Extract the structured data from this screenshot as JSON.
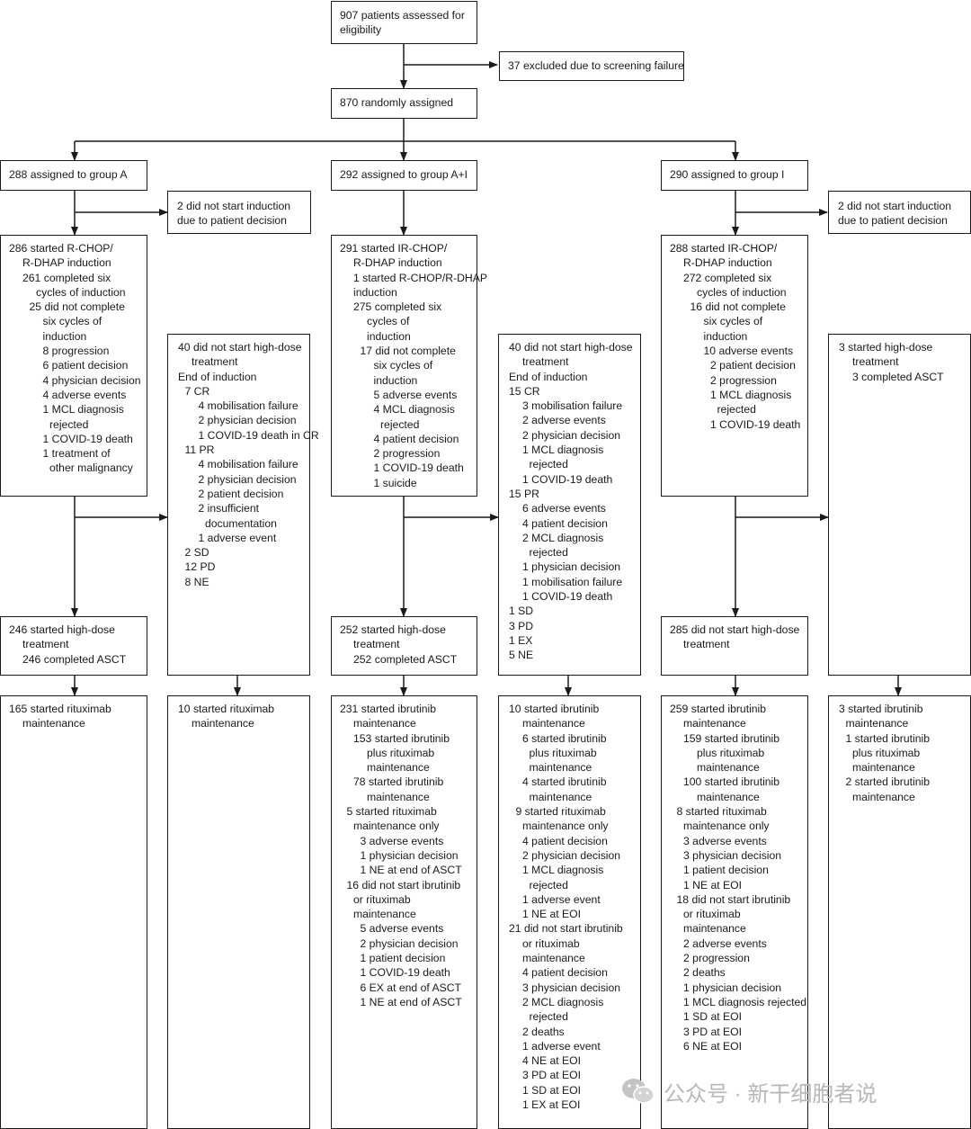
{
  "boxes": {
    "assessed": [
      "907 patients assessed for",
      "eligibility"
    ],
    "excluded": [
      "37 excluded due to screening failure"
    ],
    "randomized": [
      "870 randomly assigned"
    ],
    "group_a": [
      "288 assigned to group A"
    ],
    "group_ai": [
      "292 assigned to group A+I"
    ],
    "group_i": [
      "290 assigned to group I"
    ],
    "a_no_induction": [
      "2 did not start induction",
      "due to patient decision"
    ],
    "i_no_induction": [
      "2 did not start induction",
      "due to patient decision"
    ],
    "a_induction": [
      {
        "t": "286 started R-CHOP/",
        "i": 0
      },
      {
        "t": "R-DHAP induction",
        "i": 2
      },
      {
        "t": "261 completed six",
        "i": 2
      },
      {
        "t": "cycles of induction",
        "i": 4
      },
      {
        "t": "25 did not complete",
        "i": 3
      },
      {
        "t": "six cycles of",
        "i": 5
      },
      {
        "t": "induction",
        "i": 5
      },
      {
        "t": "8 progression",
        "i": 5
      },
      {
        "t": "6 patient decision",
        "i": 5
      },
      {
        "t": "4 physician decision",
        "i": 5
      },
      {
        "t": "4 adverse events",
        "i": 5
      },
      {
        "t": "1 MCL diagnosis",
        "i": 5
      },
      {
        "t": "rejected",
        "i": 6
      },
      {
        "t": "1 COVID-19 death",
        "i": 5
      },
      {
        "t": "1 treatment of",
        "i": 5
      },
      {
        "t": "other malignancy",
        "i": 6
      }
    ],
    "ai_induction": [
      {
        "t": "291 started IR-CHOP/",
        "i": 0
      },
      {
        "t": "R-DHAP induction",
        "i": 2
      },
      {
        "t": "1 started R-CHOP/R-DHAP",
        "i": 2
      },
      {
        "t": "induction",
        "i": 2
      },
      {
        "t": "275 completed six",
        "i": 2
      },
      {
        "t": "cycles of",
        "i": 4
      },
      {
        "t": "induction",
        "i": 4
      },
      {
        "t": "17 did not complete",
        "i": 3
      },
      {
        "t": "six cycles of",
        "i": 5
      },
      {
        "t": "induction",
        "i": 5
      },
      {
        "t": "5 adverse events",
        "i": 5
      },
      {
        "t": "4 MCL diagnosis",
        "i": 5
      },
      {
        "t": "rejected",
        "i": 6
      },
      {
        "t": "4 patient decision",
        "i": 5
      },
      {
        "t": "2 progression",
        "i": 5
      },
      {
        "t": "1 COVID-19 death",
        "i": 5
      },
      {
        "t": "1 suicide",
        "i": 5
      }
    ],
    "i_induction": [
      {
        "t": "288 started IR-CHOP/",
        "i": 0
      },
      {
        "t": "R-DHAP induction",
        "i": 2
      },
      {
        "t": "272 completed six",
        "i": 2
      },
      {
        "t": "cycles of induction",
        "i": 4
      },
      {
        "t": "16 did not complete",
        "i": 3
      },
      {
        "t": "six cycles of",
        "i": 5
      },
      {
        "t": "induction",
        "i": 5
      },
      {
        "t": "10 adverse events",
        "i": 5
      },
      {
        "t": "2 patient decision",
        "i": 6
      },
      {
        "t": "2 progression",
        "i": 6
      },
      {
        "t": "1 MCL diagnosis",
        "i": 6
      },
      {
        "t": "rejected",
        "i": 7
      },
      {
        "t": "1 COVID-19 death",
        "i": 6
      }
    ],
    "a_no_hd": [
      {
        "t": "40 did not start high-dose",
        "i": 0
      },
      {
        "t": "treatment",
        "i": 2
      },
      {
        "t": "End of induction",
        "i": 0
      },
      {
        "t": "7 CR",
        "i": 1
      },
      {
        "t": "4 mobilisation failure",
        "i": 3
      },
      {
        "t": "2 physician decision",
        "i": 3
      },
      {
        "t": "1 COVID-19 death in CR",
        "i": 3
      },
      {
        "t": "11 PR",
        "i": 1
      },
      {
        "t": "4 mobilisation failure",
        "i": 3
      },
      {
        "t": "2 physician decision",
        "i": 3
      },
      {
        "t": "2 patient decision",
        "i": 3
      },
      {
        "t": "2 insufficient",
        "i": 3
      },
      {
        "t": "documentation",
        "i": 4
      },
      {
        "t": "1 adverse event",
        "i": 3
      },
      {
        "t": "2 SD",
        "i": 1
      },
      {
        "t": "12 PD",
        "i": 1
      },
      {
        "t": "8 NE",
        "i": 1
      }
    ],
    "ai_no_hd": [
      {
        "t": "40 did not start high-dose",
        "i": 0
      },
      {
        "t": "treatment",
        "i": 2
      },
      {
        "t": "End of induction",
        "i": 0
      },
      {
        "t": "15 CR",
        "i": 0
      },
      {
        "t": "3 mobilisation failure",
        "i": 2
      },
      {
        "t": "2 adverse events",
        "i": 2
      },
      {
        "t": "2 physician decision",
        "i": 2
      },
      {
        "t": "1 MCL diagnosis",
        "i": 2
      },
      {
        "t": "rejected",
        "i": 3
      },
      {
        "t": "1 COVID-19 death",
        "i": 2
      },
      {
        "t": "15 PR",
        "i": 0
      },
      {
        "t": "6 adverse events",
        "i": 2
      },
      {
        "t": "4 patient decision",
        "i": 2
      },
      {
        "t": "2 MCL diagnosis",
        "i": 2
      },
      {
        "t": "rejected",
        "i": 3
      },
      {
        "t": "1 physician decision",
        "i": 2
      },
      {
        "t": "1 mobilisation failure",
        "i": 2
      },
      {
        "t": "1 COVID-19 death",
        "i": 2
      },
      {
        "t": "1 SD",
        "i": 0
      },
      {
        "t": "3 PD",
        "i": 0
      },
      {
        "t": "1 EX",
        "i": 0
      },
      {
        "t": "5 NE",
        "i": 0
      }
    ],
    "i_hd_started": [
      {
        "t": "3 started high-dose",
        "i": 0
      },
      {
        "t": "treatment",
        "i": 2
      },
      {
        "t": "3 completed ASCT",
        "i": 2
      }
    ],
    "a_hd": [
      {
        "t": "246 started high-dose",
        "i": 0
      },
      {
        "t": "treatment",
        "i": 2
      },
      {
        "t": "246 completed ASCT",
        "i": 2
      }
    ],
    "ai_hd": [
      {
        "t": "252 started high-dose",
        "i": 0
      },
      {
        "t": "treatment",
        "i": 2
      },
      {
        "t": "252 completed ASCT",
        "i": 2
      }
    ],
    "i_no_hd": [
      {
        "t": "285 did not start high-dose",
        "i": 0
      },
      {
        "t": "treatment",
        "i": 2
      }
    ],
    "m1": [
      {
        "t": "165 started rituximab",
        "i": 0
      },
      {
        "t": "maintenance",
        "i": 2
      }
    ],
    "m2": [
      {
        "t": "10 started rituximab",
        "i": 0
      },
      {
        "t": "maintenance",
        "i": 2
      }
    ],
    "m3": [
      {
        "t": "231 started ibrutinib",
        "i": 0
      },
      {
        "t": "maintenance",
        "i": 2
      },
      {
        "t": "153 started ibrutinib",
        "i": 2
      },
      {
        "t": "plus rituximab",
        "i": 4
      },
      {
        "t": "maintenance",
        "i": 4
      },
      {
        "t": "78 started ibrutinib",
        "i": 2
      },
      {
        "t": "maintenance",
        "i": 4
      },
      {
        "t": "5 started rituximab",
        "i": 1
      },
      {
        "t": "maintenance only",
        "i": 2
      },
      {
        "t": "3 adverse events",
        "i": 3
      },
      {
        "t": "1 physician decision",
        "i": 3
      },
      {
        "t": "1 NE at end of ASCT",
        "i": 3
      },
      {
        "t": "16 did not start ibrutinib",
        "i": 1
      },
      {
        "t": "or rituximab",
        "i": 2
      },
      {
        "t": "maintenance",
        "i": 2
      },
      {
        "t": "5 adverse events",
        "i": 3
      },
      {
        "t": "2 physician decision",
        "i": 3
      },
      {
        "t": "1 patient decision",
        "i": 3
      },
      {
        "t": "1 COVID-19 death",
        "i": 3
      },
      {
        "t": "6 EX at end of ASCT",
        "i": 3
      },
      {
        "t": "1 NE at end of ASCT",
        "i": 3
      }
    ],
    "m4": [
      {
        "t": "10 started ibrutinib",
        "i": 0
      },
      {
        "t": "maintenance",
        "i": 2
      },
      {
        "t": "6 started ibrutinib",
        "i": 2
      },
      {
        "t": "plus rituximab",
        "i": 3
      },
      {
        "t": "maintenance",
        "i": 3
      },
      {
        "t": "4 started ibrutinib",
        "i": 2
      },
      {
        "t": "maintenance",
        "i": 3
      },
      {
        "t": "9 started rituximab",
        "i": 1
      },
      {
        "t": "maintenance only",
        "i": 2
      },
      {
        "t": "4 patient decision",
        "i": 2
      },
      {
        "t": "2 physician decision",
        "i": 2
      },
      {
        "t": "1 MCL diagnosis",
        "i": 2
      },
      {
        "t": "rejected",
        "i": 3
      },
      {
        "t": "1 adverse event",
        "i": 2
      },
      {
        "t": "1 NE at EOI",
        "i": 2
      },
      {
        "t": "21 did not start ibrutinib",
        "i": 0
      },
      {
        "t": "or rituximab",
        "i": 2
      },
      {
        "t": "maintenance",
        "i": 2
      },
      {
        "t": "4 patient decision",
        "i": 2
      },
      {
        "t": "3 physician decision",
        "i": 2
      },
      {
        "t": "2 MCL diagnosis",
        "i": 2
      },
      {
        "t": "rejected",
        "i": 3
      },
      {
        "t": "2 deaths",
        "i": 2
      },
      {
        "t": "1 adverse event",
        "i": 2
      },
      {
        "t": "4 NE at EOI",
        "i": 2
      },
      {
        "t": "3 PD at EOI",
        "i": 2
      },
      {
        "t": "1 SD at EOI",
        "i": 2
      },
      {
        "t": "1 EX at EOI",
        "i": 2
      }
    ],
    "m5": [
      {
        "t": "259 started ibrutinib",
        "i": 0
      },
      {
        "t": "maintenance",
        "i": 2
      },
      {
        "t": "159 started ibrutinib",
        "i": 2
      },
      {
        "t": "plus rituximab",
        "i": 4
      },
      {
        "t": "maintenance",
        "i": 4
      },
      {
        "t": "100 started ibrutinib",
        "i": 2
      },
      {
        "t": "maintenance",
        "i": 4
      },
      {
        "t": "8 started rituximab",
        "i": 1
      },
      {
        "t": "maintenance only",
        "i": 2
      },
      {
        "t": "3 adverse events",
        "i": 2
      },
      {
        "t": "3 physician decision",
        "i": 2
      },
      {
        "t": "1 patient decision",
        "i": 2
      },
      {
        "t": "1 NE at EOI",
        "i": 2
      },
      {
        "t": "18 did not start ibrutinib",
        "i": 1
      },
      {
        "t": "or rituximab",
        "i": 2
      },
      {
        "t": "maintenance",
        "i": 2
      },
      {
        "t": "2 adverse events",
        "i": 2
      },
      {
        "t": "2 progression",
        "i": 2
      },
      {
        "t": "2 deaths",
        "i": 2
      },
      {
        "t": "1 physician decision",
        "i": 2
      },
      {
        "t": "1 MCL diagnosis rejected",
        "i": 2
      },
      {
        "t": "1 SD at EOI",
        "i": 2
      },
      {
        "t": "3 PD at EOI",
        "i": 2
      },
      {
        "t": "6 NE at EOI",
        "i": 2
      }
    ],
    "m6": [
      {
        "t": "3 started ibrutinib",
        "i": 0
      },
      {
        "t": "maintenance",
        "i": 1
      },
      {
        "t": "1 started ibrutinib",
        "i": 1
      },
      {
        "t": "plus rituximab",
        "i": 2
      },
      {
        "t": "maintenance",
        "i": 2
      },
      {
        "t": "2 started ibrutinib",
        "i": 1
      },
      {
        "t": "maintenance",
        "i": 2
      }
    ]
  },
  "watermark": {
    "text": "公众号 · 新干细胞者说",
    "icon": "wechat-icon"
  }
}
